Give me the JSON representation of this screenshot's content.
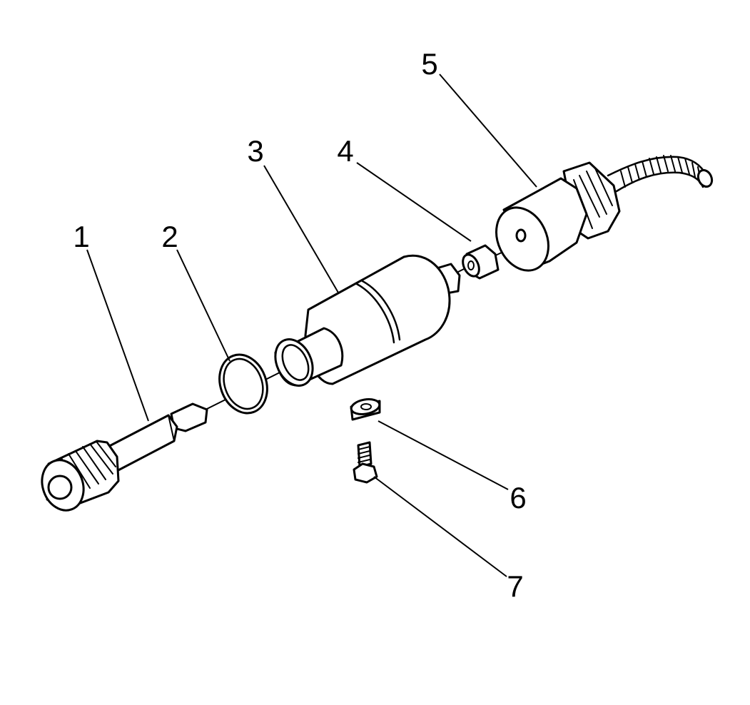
{
  "diagram": {
    "callouts": [
      {
        "id": "1",
        "label": "1"
      },
      {
        "id": "2",
        "label": "2"
      },
      {
        "id": "3",
        "label": "3"
      },
      {
        "id": "4",
        "label": "4"
      },
      {
        "id": "5",
        "label": "5"
      },
      {
        "id": "6",
        "label": "6"
      },
      {
        "id": "7",
        "label": "7"
      }
    ]
  },
  "colors": {
    "stroke": "#000000",
    "background": "#ffffff"
  }
}
